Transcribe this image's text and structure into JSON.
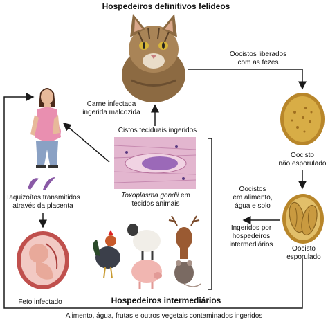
{
  "title_top": "Hospedeiros definitivos felídeos",
  "title_bottom": "Hospedeiros intermediários",
  "labels": {
    "oocysts_released_1": "Oocistos liberados",
    "oocysts_released_2": "com as fezes",
    "undercooked_meat_1": "Carne infectada",
    "undercooked_meat_2": "ingerida malcozida",
    "tissue_cysts": "Cistos teciduais ingeridos",
    "toxo_species": "Toxoplasma gondii",
    "toxo_suffix": " em",
    "toxo_line2": "tecidos animais",
    "oocyst_unsp_1": "Oocisto",
    "oocyst_unsp_2": "não esporulado",
    "oocysts_env_1": "Oocistos",
    "oocysts_env_2": "em alimento,",
    "oocysts_env_3": "água e solo",
    "ingested_inter_1": "Ingeridos por",
    "ingested_inter_2": "hospedeiros",
    "ingested_inter_3": "intermediários",
    "oocyst_sp_1": "Oocisto",
    "oocyst_sp_2": "esporulado",
    "tachyzoites_1": "Taquizoítos transmitidos",
    "tachyzoites_2": "através da placenta",
    "fetus": "Feto infectado",
    "bottom_caption": "Alimento, água, frutas e outros vegetais contaminados ingeridos"
  },
  "colors": {
    "arrow": "#1a1a1a",
    "cat_fur": "#9c7a4e",
    "oocyst_fill": "#c99a2e",
    "tissue_pink": "#d9a3c4",
    "cyst_purple": "#8a5aa6"
  }
}
